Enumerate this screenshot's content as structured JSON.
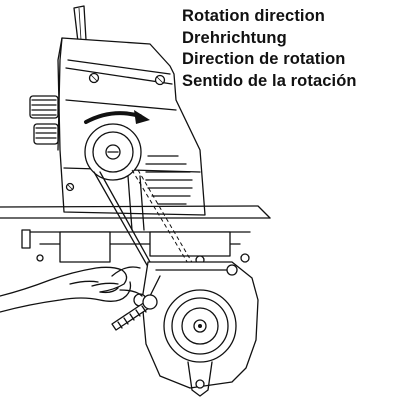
{
  "labels": {
    "en": "Rotation direction",
    "de": "Drehrichtung",
    "fr": "Direction de rotation",
    "es": "Sentido de la rotación"
  }
}
